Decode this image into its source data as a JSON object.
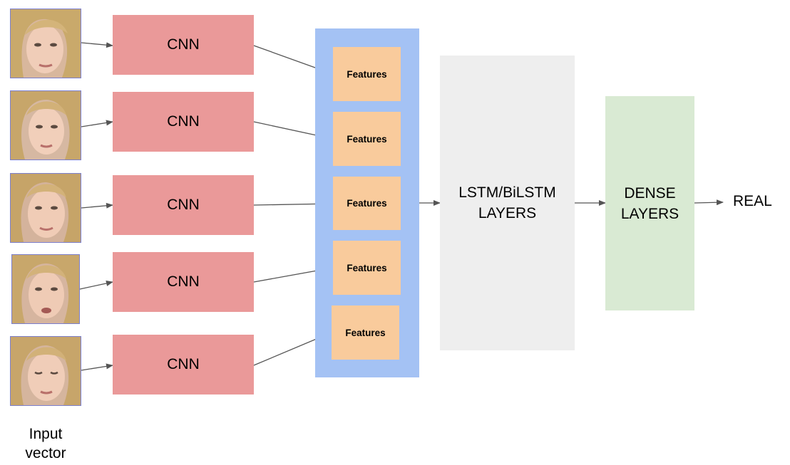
{
  "inputs": [
    {
      "name": "face-frame-1"
    },
    {
      "name": "face-frame-2"
    },
    {
      "name": "face-frame-3"
    },
    {
      "name": "face-frame-4"
    },
    {
      "name": "face-frame-5"
    }
  ],
  "cnn_label": "CNN",
  "features_label": "Features",
  "lstm": {
    "line1": "LSTM/BiLSTM",
    "line2": "LAYERS"
  },
  "dense": {
    "line1": "DENSE",
    "line2": "LAYERS"
  },
  "output_label": "REAL",
  "input_caption": {
    "line1": "Input",
    "line2": "vector"
  },
  "colors": {
    "cnn": "#ea9999",
    "features_panel": "#a4c2f4",
    "features_box": "#f9cb9c",
    "lstm": "#eeeeee",
    "dense": "#d9ead3",
    "arrow": "#555555"
  }
}
